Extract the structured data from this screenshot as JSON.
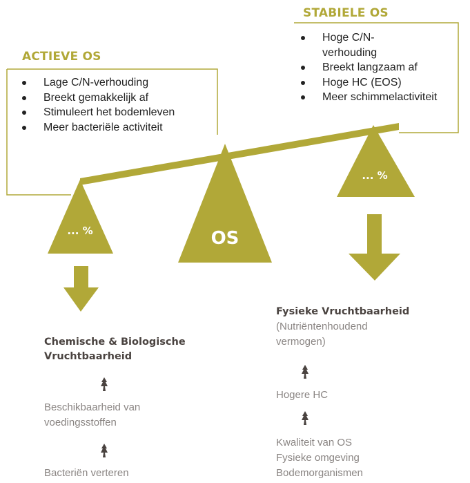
{
  "stable": {
    "heading": "STABIELE OS",
    "bullets": [
      "Hoge C/N-verhouding",
      "Breekt langzaam af",
      "Hoge HC (EOS)",
      "Meer schimmelactiviteit"
    ]
  },
  "active": {
    "heading": "ACTIEVE OS",
    "bullets": [
      "Lage C/N-verhouding",
      "Breekt gemakkelijk af",
      "Stimuleert het bodemleven",
      "Meer bacteriële activiteit"
    ]
  },
  "balance": {
    "left_label": "... %",
    "center_label": "OS",
    "right_label": "... %"
  },
  "left_result": {
    "title": "Chemische & Biologische Vruchtbaarheid",
    "step1": "Beschikbaarheid van voedingsstoffen",
    "step2": "Bacteriën verteren"
  },
  "right_result": {
    "title": "Fysieke Vruchtbaarheid",
    "subtitle": "(Nutriëntenhoudend vermogen)",
    "step1": "Hogere HC",
    "step2_lines": [
      "Kwaliteit van OS",
      "Fysieke omgeving",
      "Bodemorganismen"
    ]
  },
  "colors": {
    "accent": "#b1a838",
    "dark_text": "#4a4340",
    "grey_text": "#8a8583"
  },
  "icons": {
    "connector": "tree-icon"
  }
}
